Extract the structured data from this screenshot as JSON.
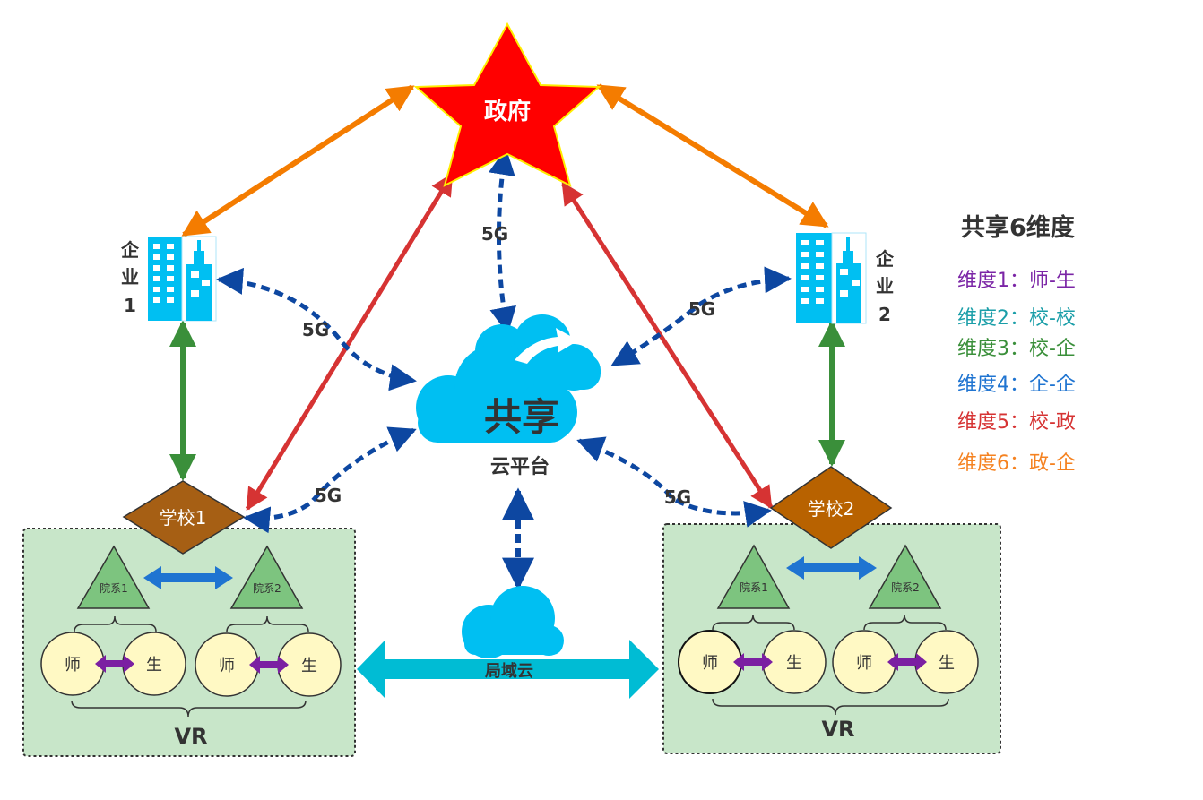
{
  "government": {
    "label": "政府",
    "fill": "#ff0000",
    "stroke": "#ffee00"
  },
  "enterprises": [
    {
      "label_line1": "企",
      "label_line2": "业",
      "label_line3": "1"
    },
    {
      "label_line1": "企",
      "label_line2": "业",
      "label_line3": "2"
    }
  ],
  "cloud_platform": {
    "title": "共享",
    "subtitle": "云平台"
  },
  "local_cloud": {
    "label": "局域云"
  },
  "link_labels": {
    "fiveg": "5G"
  },
  "schools": [
    {
      "label": "学校1",
      "departments": [
        "院系1",
        "院系2"
      ],
      "people": [
        [
          "师",
          "生"
        ],
        [
          "师",
          "生"
        ]
      ],
      "vr_label": "VR"
    },
    {
      "label": "学校2",
      "departments": [
        "院系1",
        "院系2"
      ],
      "people": [
        [
          "师",
          "生"
        ],
        [
          "师",
          "生"
        ]
      ],
      "vr_label": "VR"
    }
  ],
  "legend": {
    "title": "共享6维度",
    "items": [
      {
        "label": "维度1：师-生",
        "color": "#7b25a6"
      },
      {
        "label": "维度2：校-校",
        "color": "#1a9ea8"
      },
      {
        "label": "维度3：校-企",
        "color": "#3a8f3a"
      },
      {
        "label": "维度4：企-企",
        "color": "#1f74d1"
      },
      {
        "label": "维度5：校-政",
        "color": "#d63333"
      },
      {
        "label": "维度6：政-企",
        "color": "#f58220"
      }
    ]
  },
  "colors": {
    "orange_link": "#f47c00",
    "red_link": "#d63333",
    "green_link": "#3a8f3a",
    "blue_dashed": "#0d47a1",
    "dept_link": "#1f74d1",
    "person_link": "#7b1fa2",
    "local_link": "#00bcd4",
    "cloud": "#00bff2",
    "school": "#a65f14",
    "school2": "#b86200",
    "zone": "#c8e6c9",
    "dept": "#7dc47f",
    "person": "#fff9c4"
  }
}
